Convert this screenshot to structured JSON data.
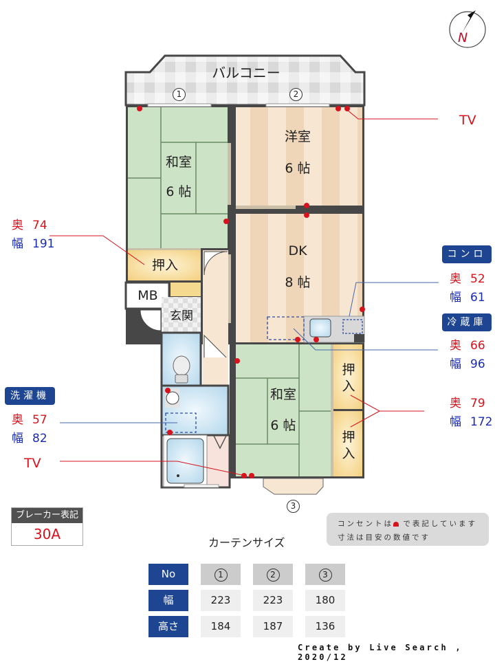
{
  "compass": {
    "label": "N",
    "icon": "north-arrow-icon"
  },
  "balcony": {
    "label": "バルコニー",
    "windows": [
      "1",
      "2"
    ]
  },
  "rooms": {
    "washitsu_north": {
      "name": "和室",
      "size": "6 帖"
    },
    "yoshitsu": {
      "name": "洋室",
      "size": "6 帖"
    },
    "dk": {
      "name": "DK",
      "size": "8 帖"
    },
    "oshiire_north": {
      "name": "押入"
    },
    "mb": {
      "name": "MB"
    },
    "genkan": {
      "name": "玄関"
    },
    "washitsu_south": {
      "name": "和室",
      "size": "6 帖"
    },
    "oshiire_south_1": {
      "name": "押\n入"
    },
    "oshiire_south_2": {
      "name": "押\n入"
    }
  },
  "window3": {
    "label": "3"
  },
  "annotations": {
    "oshiire_north": {
      "depth_label": "奥",
      "depth": "74",
      "width_label": "幅",
      "width": "191"
    },
    "konro": {
      "badge": "コンロ",
      "depth_label": "奥",
      "depth": "52",
      "width_label": "幅",
      "width": "61"
    },
    "reizouko": {
      "badge": "冷蔵庫",
      "depth_label": "奥",
      "depth": "66",
      "width_label": "幅",
      "width": "96"
    },
    "oshiire_south": {
      "depth_label": "奥",
      "depth": "79",
      "width_label": "幅",
      "width": "172"
    },
    "sentakuki": {
      "badge": "洗濯機",
      "depth_label": "奥",
      "depth": "57",
      "width_label": "幅",
      "width": "82"
    },
    "tv_north": {
      "label": "TV"
    },
    "tv_south": {
      "label": "TV"
    }
  },
  "breaker": {
    "header": "ブレーカー表記",
    "value": "30A"
  },
  "note": {
    "line1_pre": "コンセントは",
    "line1_post": "で表記しています",
    "line2": "寸法は目安の数値です"
  },
  "curtain": {
    "title": "カーテンサイズ",
    "row_headers": [
      "No",
      "幅",
      "高さ"
    ],
    "columns": [
      {
        "no": "1",
        "width": "223",
        "height": "184"
      },
      {
        "no": "2",
        "width": "223",
        "height": "187"
      },
      {
        "no": "3",
        "width": "180",
        "height": "136"
      }
    ]
  },
  "credit": "Create by Live Search , 2020/12",
  "colors": {
    "accent_blue": "#1e4592",
    "outlet_red": "#d7131d",
    "dim_blue": "#1a2bb0",
    "tatami": "#cde3c6",
    "flooring": "#f3dcc2",
    "closet": "#f5d98e",
    "bath": "#cfe6f3",
    "wall": "#474747"
  }
}
